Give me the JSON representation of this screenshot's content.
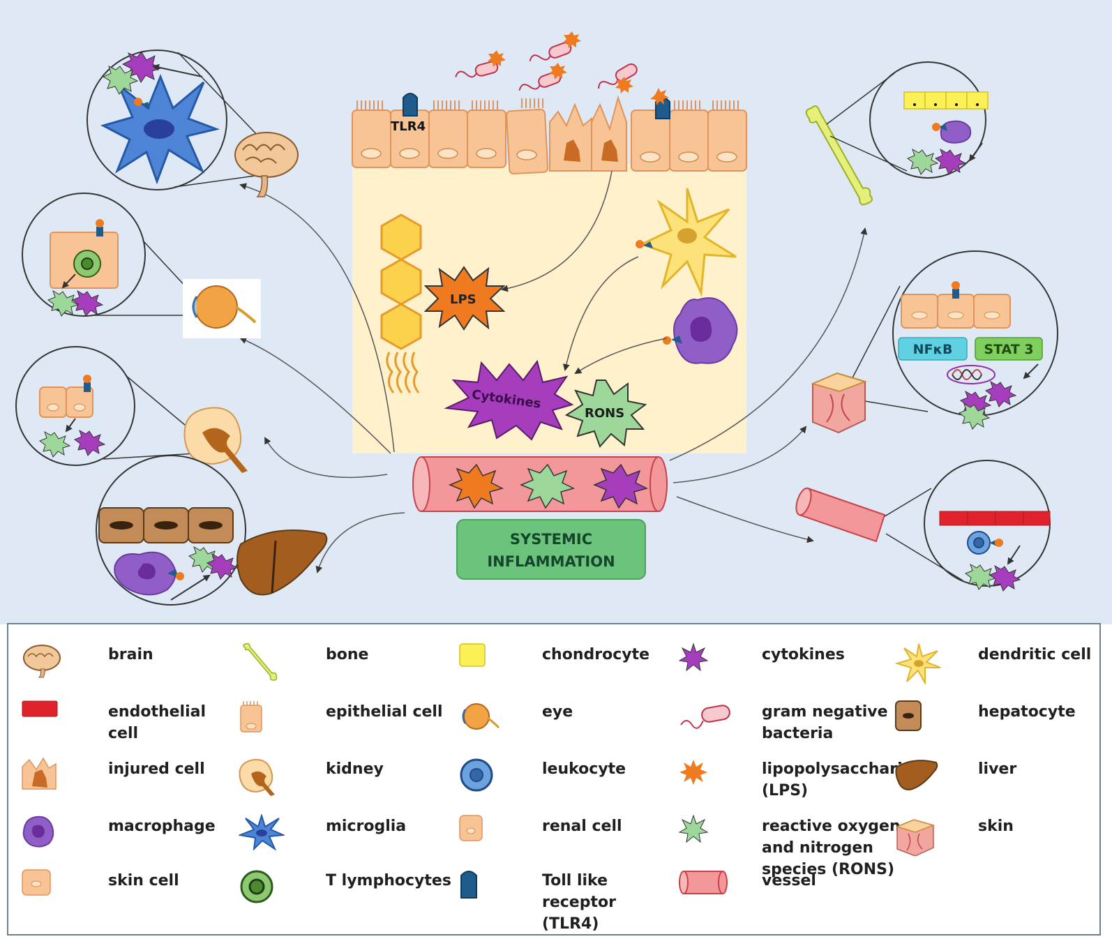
{
  "diagram": {
    "tlr4_label": "TLR4",
    "lps_label": "LPS",
    "cytokines_label": "Cytokines",
    "rons_label": "RONS",
    "nfkb_label": "NFκB",
    "stat3_label": "STAT 3",
    "systemic_line1": "SYSTEMIC",
    "systemic_line2": "INFLAMMATION"
  },
  "colors": {
    "background": "#dfe9f5",
    "lumen": "#fff1cc",
    "epithelium": "#f9c495",
    "cytokine_purple": "#8b2fa8",
    "rons_green": "#9ed79a",
    "lps_orange": "#f07a1f",
    "vessel_red": "#f4979a",
    "systemic_green": "#6cc47c",
    "nfkb_cyan": "#5fd1e3",
    "stat3_green": "#7fcf5f"
  },
  "legend": {
    "items": [
      {
        "label": "brain",
        "icon": "brain-icon"
      },
      {
        "label": "bone",
        "icon": "bone-icon"
      },
      {
        "label": "chondrocyte",
        "icon": "chondrocyte-icon"
      },
      {
        "label": "cytokines",
        "icon": "cytokines-icon"
      },
      {
        "label": "dendritic cell",
        "icon": "dendritic-cell-icon"
      },
      {
        "label": "endothelial cell",
        "icon": "endothelial-cell-icon"
      },
      {
        "label": "epithelial cell",
        "icon": "epithelial-cell-icon"
      },
      {
        "label": "eye",
        "icon": "eye-icon"
      },
      {
        "label": "gram negative bacteria",
        "icon": "bacteria-icon"
      },
      {
        "label": "hepatocyte",
        "icon": "hepatocyte-icon"
      },
      {
        "label": "injured cell",
        "icon": "injured-cell-icon"
      },
      {
        "label": "kidney",
        "icon": "kidney-icon"
      },
      {
        "label": "leukocyte",
        "icon": "leukocyte-icon"
      },
      {
        "label": "lipopolysaccharide (LPS)",
        "icon": "lps-icon"
      },
      {
        "label": "liver",
        "icon": "liver-icon"
      },
      {
        "label": "macrophage",
        "icon": "macrophage-icon"
      },
      {
        "label": "microglia",
        "icon": "microglia-icon"
      },
      {
        "label": "renal cell",
        "icon": "renal-cell-icon"
      },
      {
        "label": "reactive oxygen and nitrogen species (RONS)",
        "icon": "rons-icon"
      },
      {
        "label": "skin",
        "icon": "skin-icon"
      },
      {
        "label": "skin cell",
        "icon": "skin-cell-icon"
      },
      {
        "label": "T lymphocytes",
        "icon": "t-lymphocyte-icon"
      },
      {
        "label": "Toll like receptor (TLR4)",
        "icon": "tlr4-icon"
      },
      {
        "label": "vessel",
        "icon": "vessel-icon"
      }
    ]
  }
}
